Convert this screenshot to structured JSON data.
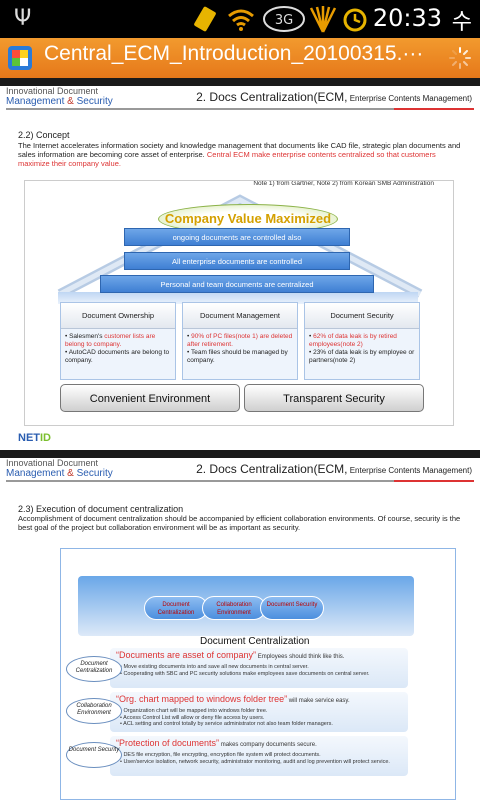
{
  "status_bar": {
    "time": "20:33",
    "input_lang": "수",
    "network": "3G",
    "icons": [
      "usb-icon",
      "vibrate-icon",
      "wifi-icon",
      "3g-signal-icon",
      "signal-strength-icon",
      "alarm-icon"
    ]
  },
  "title_bar": {
    "title": "Central_ECM_Introduction_20100315.···"
  },
  "page1": {
    "header_top": "Innovational Document",
    "header_brand_1": "Management",
    "header_amp": "&",
    "header_brand_2": "Security",
    "section_heading": "2. Docs Centralization(ECM,",
    "section_heading_small": " Enterprise Contents Management)",
    "subheading": "2.2) Concept",
    "para_1": "The Internet accelerates information society and knowledge management that documents like CAD file, strategic plan documents and sales information are becoming core asset of enterprise.",
    "para_red": "Central ECM make enterprise contents centralized so that customers maximize their company value.",
    "note": "Note 1) from Gartner,   Note 2) from Korean SMB Administration",
    "diagram": {
      "top": "Company Value Maximized",
      "bands": [
        "ongoing documents are controlled also",
        "All enterprise documents are controlled",
        "Personal and team documents are centralized"
      ],
      "pillars": [
        {
          "title": "Document Ownership",
          "b1_pre": "• Salesmen's ",
          "b1_red": "customer lists are belong to company.",
          "b2": "• AutoCAD documents are belong to company."
        },
        {
          "title": "Document Management",
          "b1_pre": "• ",
          "b1_red": "90% of PC files(note 1) are deleted after retirement.",
          "b2": "• Team files should be managed by company."
        },
        {
          "title": "Document Security",
          "b1_pre": "• ",
          "b1_red": "62% of data leak is by retired employees(note 2)",
          "b2": "• 23% of data leak is by employee or partners(note 2)"
        }
      ],
      "bases": [
        "Convenient Environment",
        "Transparent Security"
      ]
    },
    "logo_1": "NET",
    "logo_2": "ID"
  },
  "page2": {
    "header_top": "Innovational Document",
    "header_brand_1": "Management",
    "header_amp": "&",
    "header_brand_2": "Security",
    "section_heading": "2. Docs Centralization(ECM,",
    "section_heading_small": " Enterprise Contents Management)",
    "subheading": "2.3) Execution of document centralization",
    "para_1": "Accomplishment of document centralization should be accompanied by efficient collaboration environments. Of course, security is the best goal of the project but collaboration environment will be as important as security.",
    "pills": [
      "Document Centralization",
      "Collaboration Environment",
      "Document Security"
    ],
    "center_label": "Document Centralization",
    "rows": [
      {
        "oval": "Document Centralization",
        "quote": "“Documents are asset of company”",
        "quote_tail": " Employees should think like this.",
        "items": [
          "• Move existing documents into and save all new documents in central server.",
          "• Cooperating with SBC and PC security solutions make employees save documents on central server."
        ]
      },
      {
        "oval": "Collaboration Environment",
        "quote": "“Org. chart mapped to windows folder tree”",
        "quote_tail": " will make service easy.",
        "items": [
          "• Organization chart will be mapped into windows folder tree.",
          "• Access Control List will allow or deny file access by users.",
          "• ACL setting and control totally by service administrator not also team folder managers."
        ]
      },
      {
        "oval": "Document Security",
        "quote": "“Protection of documents”",
        "quote_tail": " makes company documents secure.",
        "items": [
          "• DES file encryption, file encrypting, encryption file system will protect documents.",
          "• User/service isolation, network security, administrator monitoring, audit and log prevention will protect service."
        ]
      }
    ]
  }
}
